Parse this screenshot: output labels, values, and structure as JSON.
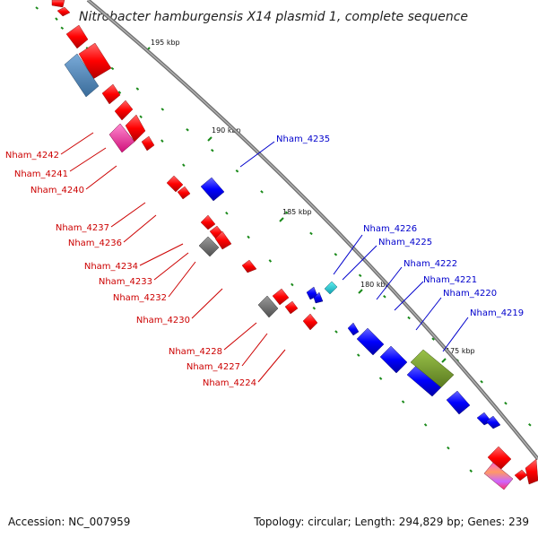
{
  "title": "Nitrobacter hamburgensis X14 plasmid 1, complete sequence",
  "footer": {
    "accession": "Accession: NC_007959",
    "stats": "Topology: circular; Length: 294,829 bp; Genes: 239"
  },
  "ticks": [
    "195 kbp",
    "190 kbp",
    "185 kbp",
    "180 kbp",
    "175 kbp"
  ],
  "reverse_labels": [
    "Nham_4242",
    "Nham_4241",
    "Nham_4240",
    "Nham_4237",
    "Nham_4236",
    "Nham_4234",
    "Nham_4233",
    "Nham_4232",
    "Nham_4230",
    "Nham_4228",
    "Nham_4227",
    "Nham_4224"
  ],
  "forward_labels": [
    "Nham_4235",
    "Nham_4226",
    "Nham_4225",
    "Nham_4222",
    "Nham_4221",
    "Nham_4220",
    "Nham_4219"
  ],
  "colors": {
    "reverse_gene": "#ff0000",
    "forward_gene": "#0000ff",
    "backbone": "#808080",
    "tick": "#1a8a1a"
  }
}
